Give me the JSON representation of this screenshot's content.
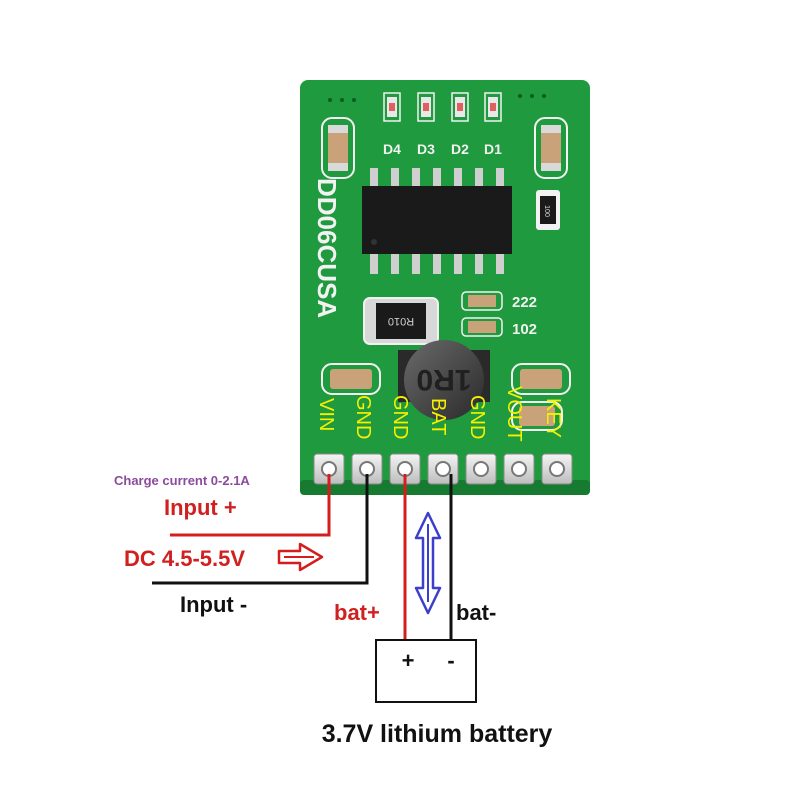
{
  "colors": {
    "pcb": "#1f9a3e",
    "pcb_dark": "#167a30",
    "silkscreen": "#f2f2f2",
    "pin_label": "#f5f000",
    "positive_wire": "#d41e1e",
    "negative_wire": "#111111",
    "arrow": "#3b3fc9",
    "charge_current_text": "#8b4a9e",
    "input_text": "#d02020"
  },
  "board": {
    "model": "DD06CUSA",
    "led_labels": [
      "D4",
      "D3",
      "D2",
      "D1"
    ],
    "capacitor_labels": [
      "222",
      "102"
    ],
    "resistor_label": "R010",
    "small_resistor_label": "100",
    "inductor_label": "1R0",
    "pin_labels": [
      "VIN",
      "GND",
      "GND",
      "BAT",
      "GND",
      "VOUT",
      "KEY"
    ]
  },
  "annotations": {
    "charge_current": "Charge current 0-2.1A",
    "input_plus": "Input +",
    "dc_range": "DC 4.5-5.5V",
    "input_minus": "Input -",
    "bat_plus": "bat+",
    "bat_minus": "bat-",
    "battery_plus": "+",
    "battery_minus": "-",
    "battery_caption": "3.7V lithium battery"
  },
  "icons": {
    "dc_arrow": "right-arrow-icon",
    "bidirectional_arrow": "double-headed-vertical-arrow-icon"
  }
}
